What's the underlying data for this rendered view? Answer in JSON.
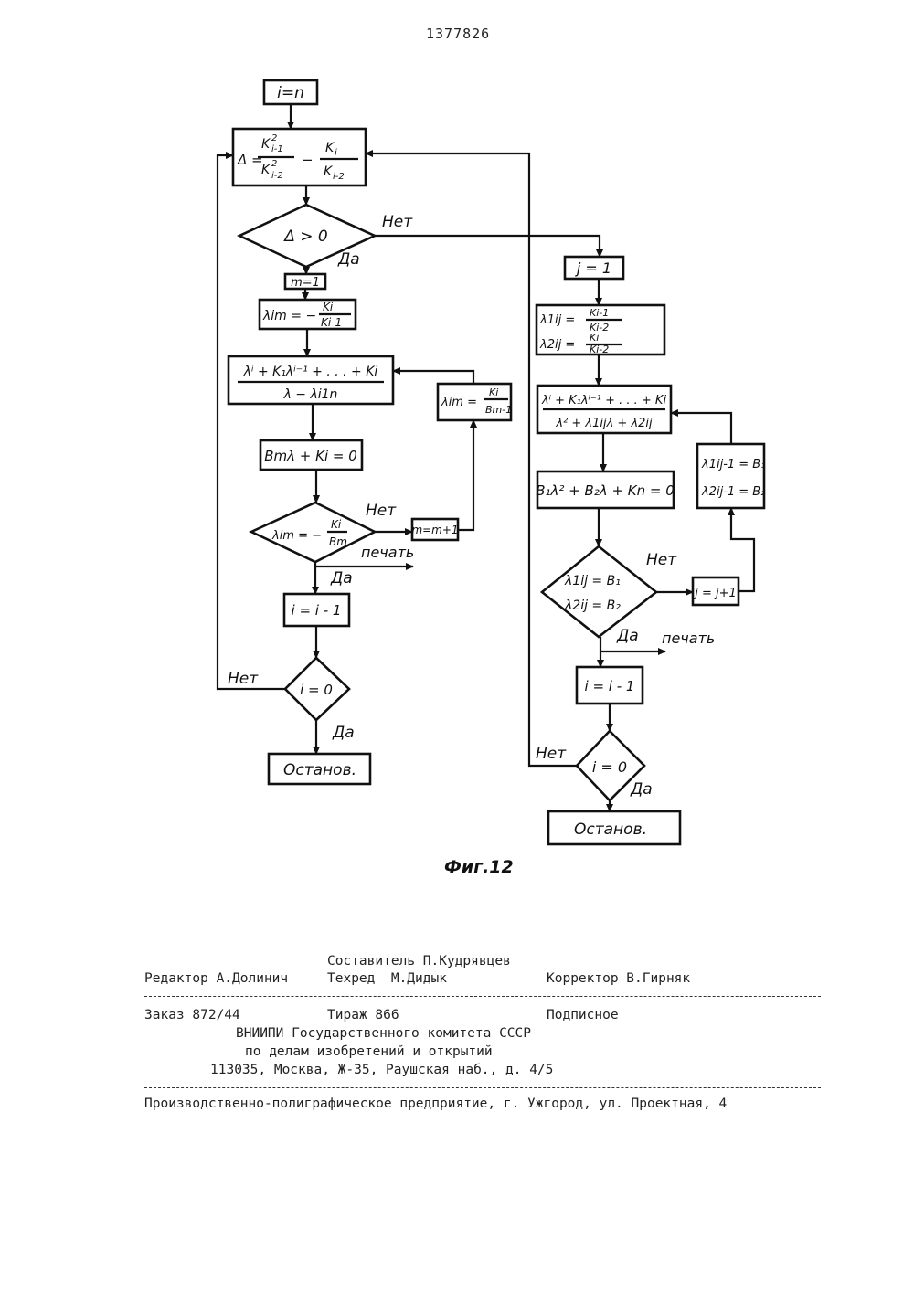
{
  "page_number": "1377826",
  "diagram": {
    "left": {
      "init": "i=n",
      "delta_prefix": "Δ =",
      "delta_frac1_num": "K",
      "delta_frac1_num_sup": "2",
      "delta_frac1_num_sub": "i-1",
      "delta_frac1_den": "K",
      "delta_frac1_den_sup": "2",
      "delta_frac1_den_sub": "i-2",
      "delta_minus": "−",
      "delta_frac2_num": "K",
      "delta_frac2_num_sub": "i",
      "delta_frac2_den": "K",
      "delta_frac2_den_sub": "i-2",
      "decision_delta": "Δ > 0",
      "no_label": "Нет",
      "yes_label": "Да",
      "m_init": "m=1",
      "lambda_left": "λim = −",
      "lambda_num": "Ki",
      "lambda_den": "Ki-1",
      "div_num": "λⁱ + K₁λⁱ⁻¹ + . . . + Ki",
      "div_den": "λ − λi1n",
      "lin_eq": "Bmλ + Ki = 0",
      "dec_left": "λim = −",
      "dec_num": "Ki",
      "dec_den": "Bm",
      "no2_label": "Нет",
      "m_inc": "m=m+1",
      "upd_left": "λim =",
      "upd_num": "Ki",
      "upd_den": "Bm-1",
      "print_label": "печать",
      "yes2_label": "Да",
      "i_dec": "i = i - 1",
      "i_zero": "i = 0",
      "no3_label": "Нет",
      "yes3_label": "Да",
      "stop": "Останов."
    },
    "right": {
      "j_init": "j = 1",
      "l1_left": "λ1ij =",
      "l1_num": "Ki-1",
      "l1_den": "Ki-2",
      "l2_left": "λ2ij =",
      "l2_num": "Ki",
      "l2_den": "Ki-2",
      "div_num": "λⁱ + K₁λⁱ⁻¹ + . . . + Ki",
      "div_den": "λ² + λ1ijλ + λ2ij",
      "quad_eq": "B₁λ² + B₂λ + Kn = 0",
      "upd1": "λ1ij-1 = B₁",
      "upd2": "λ2ij-1 = B₂",
      "dec1": "λ1ij = B₁",
      "dec2": "λ2ij = B₂",
      "no_label": "Нет",
      "j_inc": "j = j+1",
      "yes_label": "Да",
      "print_label": "печать",
      "i_dec": "i = i - 1",
      "i_zero": "i = 0",
      "no2_label": "Нет",
      "yes2_label": "Да",
      "stop": "Останов."
    }
  },
  "figure_caption": "Фиг.12",
  "footer": {
    "compiler": "Составитель П.Кудрявцев",
    "editor": "Редактор А.Долинич",
    "techred": "Техред  М.Дидык",
    "corrector": "Корректор В.Гирняк",
    "order": "Заказ 872/44",
    "circulation": "Тираж 866",
    "subscription": "Подписное",
    "org1": "ВНИИПИ Государственного комитета СССР",
    "org2": "по делам изобретений и открытий",
    "address": "113035, Москва, Ж-35, Раушская наб., д. 4/5",
    "printer": "Производственно-полиграфическое предприятие, г. Ужгород, ул. Проектная, 4"
  }
}
